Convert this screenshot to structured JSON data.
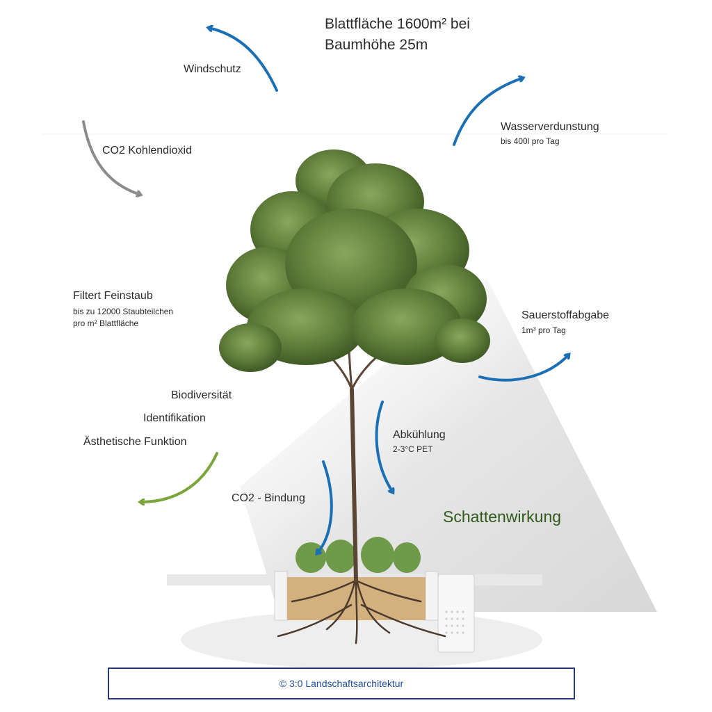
{
  "heading": {
    "line1": "Blattfläche 1600m² bei",
    "line2": "Baumhöhe 25m"
  },
  "labels": {
    "windschutz": "Windschutz",
    "co2": "CO2 Kohlendioxid",
    "wasser_title": "Wasserverdunstung",
    "wasser_sub": "bis 400l pro Tag",
    "feinstaub_title": "Filtert Feinstaub",
    "feinstaub_sub1": "bis zu 12000 Staubteilchen",
    "feinstaub_sub2": "pro m² Blattfläche",
    "sauerstoff_title": "Sauerstoffabgabe",
    "sauerstoff_sub": "1m³ pro Tag",
    "biodiversitaet": "Biodiversität",
    "identifikation": "Identifikation",
    "aesthetik": "Ästhetische Funktion",
    "abkuehlung_title": "Abkühlung",
    "abkuehlung_sub": "2-3°C PET",
    "co2_bindung": "CO2 - Bindung",
    "schatten": "Schattenwirkung"
  },
  "footer": {
    "copyright": "© 3:0 Landschaftsarchitektur"
  },
  "colors": {
    "arrow_blue": "#1a6fb5",
    "arrow_gray": "#8c8c8c",
    "arrow_green": "#7aa63a",
    "shadow_title": "#2f5a1c",
    "footer_border": "#27397a",
    "footer_text": "#1f4fa0"
  },
  "icons": [
    "arrow-icon",
    "tree-illustration",
    "planter-illustration"
  ]
}
